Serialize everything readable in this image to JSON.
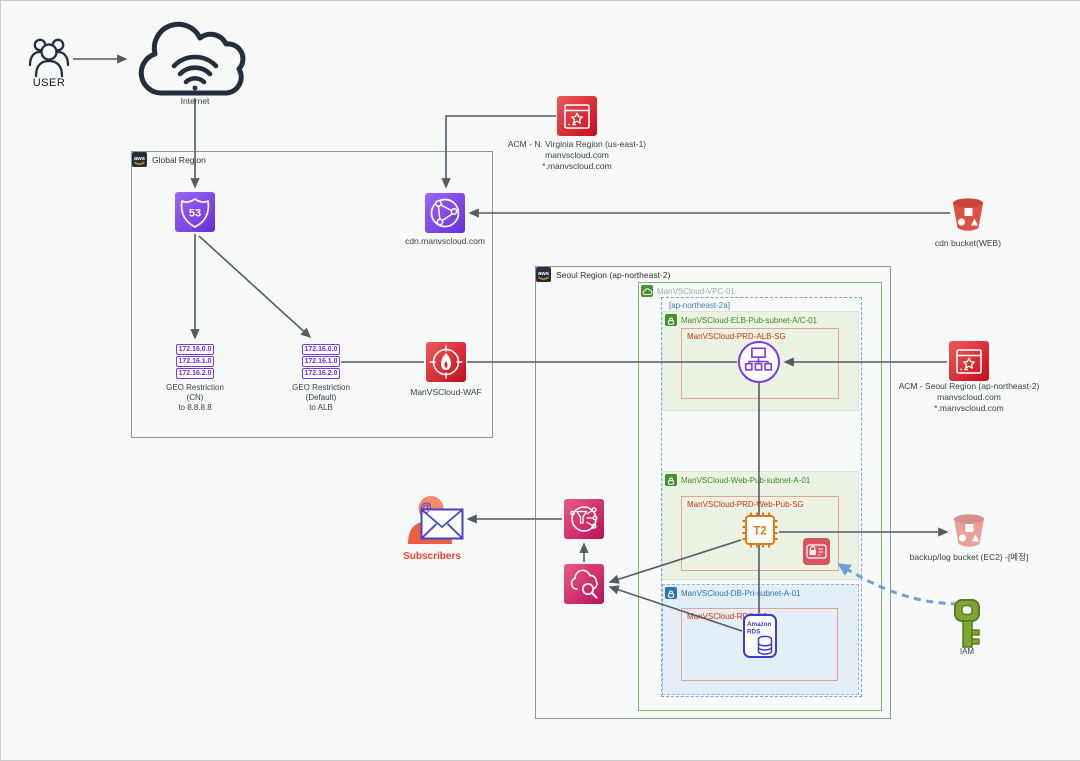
{
  "containers": {
    "global_region": {
      "label": "Global Region",
      "logo_text": "aws"
    },
    "seoul_region": {
      "label": "Seoul Region (ap-northeast-2)",
      "logo_text": "aws"
    },
    "vpc": {
      "label": "ManVSCloud-VPC-01"
    },
    "az": {
      "label": "[ap-northeast-2a]"
    },
    "elb_subnet": {
      "label": "ManVSCloud-ELB-Pub-subnet-A/C-01"
    },
    "alb_sg": {
      "label": "ManVSCloud-PRD-ALB-SG"
    },
    "web_subnet": {
      "label": "ManVSCloud-Web-Pub-subnet-A-01"
    },
    "web_sg": {
      "label": "ManVSCloud-PRD-Web-Pub-SG"
    },
    "db_subnet": {
      "label": "ManVSCloud-DB-Pri-subnet-A-01"
    },
    "rds_sg": {
      "label": "ManVSCloud-RDS-SG"
    }
  },
  "nodes": {
    "user": {
      "label": "USER"
    },
    "internet": {
      "label": "Internet"
    },
    "route53": {
      "icon_text": "53"
    },
    "cloudfront": {
      "label": "cdn.manvscloud.com"
    },
    "acm_nva": {
      "line1": "ACM - N. Virginia Region (us-east-1)",
      "line2": "manvscloud.com",
      "line3": "*.manvscloud.com"
    },
    "acm_seoul": {
      "line1": "ACM - Seoul Region (ap-northeast-2)",
      "line2": "manvscloud.com",
      "line3": "*.manvscloud.com"
    },
    "cdn_bucket": {
      "label": "cdn bucket(WEB)"
    },
    "backup_bucket": {
      "label": "backup/log bucket (EC2) -[예정]"
    },
    "geo_cn": {
      "ips": [
        "172.16.0.0",
        "172.16.1.0",
        "172.16.2.0"
      ],
      "caption": [
        "GEO Restriction",
        "(CN)",
        "to 8.8.8.8"
      ]
    },
    "geo_default": {
      "ips": [
        "172.16.0.0",
        "172.16.1.0",
        "172.16.2.0"
      ],
      "caption": [
        "GEO Restriction",
        "(Default)",
        "to ALB"
      ]
    },
    "waf": {
      "label": "ManVSCloud-WAF"
    },
    "ec2": {
      "icon_text": "T2"
    },
    "rds": {
      "icon_text_1": "Amazon",
      "icon_text_2": "RDS"
    },
    "iam": {
      "label": "IAM"
    },
    "subscribers": {
      "label": "Subscribers",
      "at_sign": "@"
    }
  },
  "colors": {
    "line": "#545B64",
    "dark_navy": "#232F3E",
    "purple": "#7B3BE0",
    "red": "#C30D1C",
    "pink": "#B8115A",
    "vpc_green": "#7FB969",
    "subnet_green_text": "#3F8624",
    "subnet_green_bg": "#EAF2E4",
    "subnet_blue_text": "#2E73B8",
    "subnet_blue_bg": "#E4EEF7",
    "az_blue": "#74A9DC",
    "sg_border": "#EBA28D",
    "sg_text": "#D13212",
    "bucket_red": "#DE5145",
    "bucket_pink": "#E9A09B",
    "iam_key_green": "#7FA633",
    "iam_dashed_blue": "#6FA0D8",
    "rds_blue": "#3B3BD1",
    "ec2_orange": "#E07A12",
    "subscriber_body": "#ED5F45",
    "subscriber_label": "#E8432A",
    "envelope_indigo": "#4644C8",
    "aws_orange": "#FF9900"
  }
}
